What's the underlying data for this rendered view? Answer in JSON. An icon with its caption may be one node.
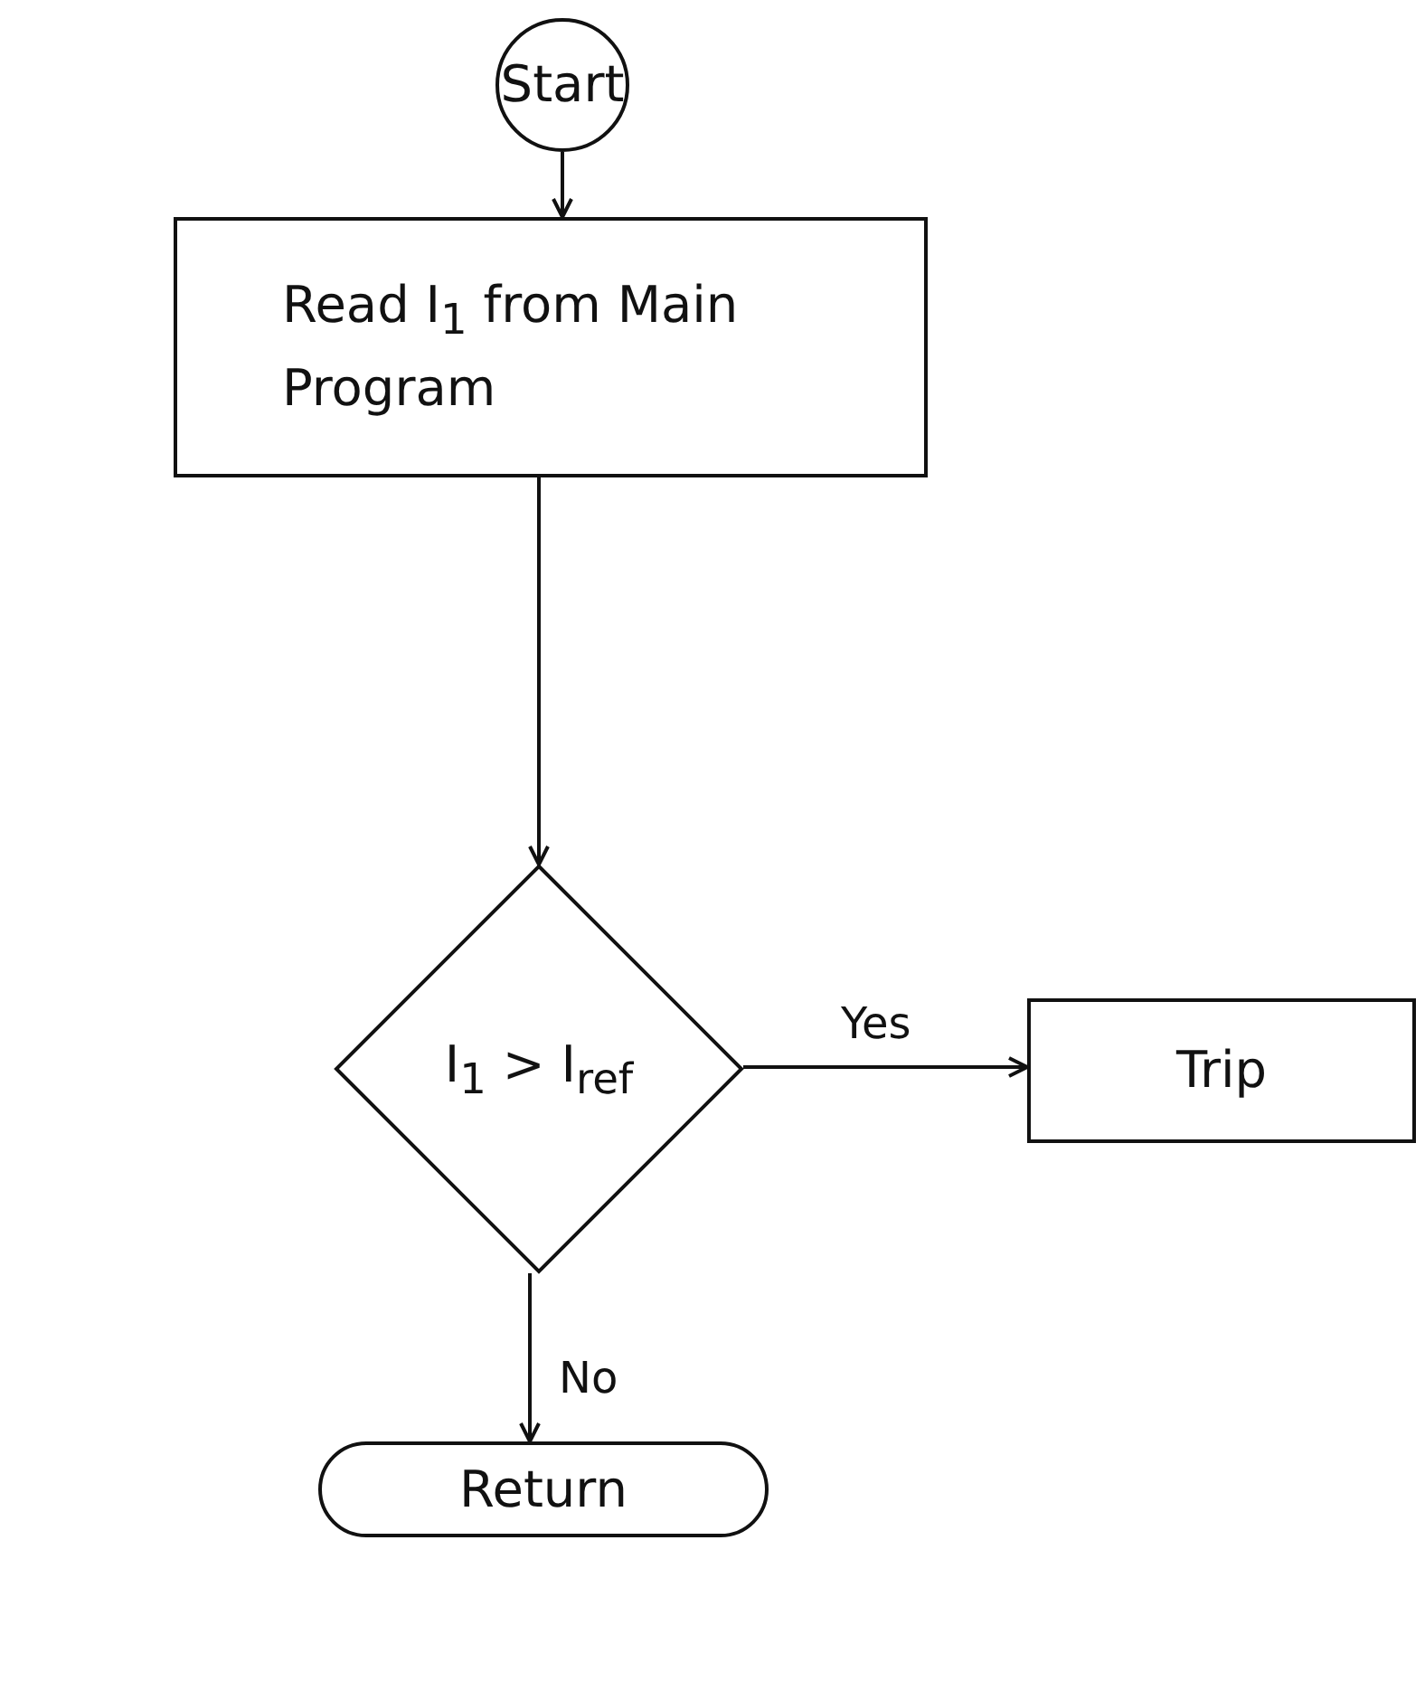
{
  "diagram": {
    "nodes": [
      {
        "text": [
          "Start"
        ]
      },
      {
        "text": [
          "Read I$_{1}$ from Main Program"
        ]
      },
      {
        "text": [
          "I$_{1}$ > I$_{ref}$"
        ]
      },
      {
        "text": [
          "Trip"
        ]
      },
      {
        "text": [
          "Return"
        ]
      }
    ],
    "edges": [
      {
        "from": 0,
        "to": 1,
        "arrow": "to"
      },
      {
        "from": 1,
        "to": 2,
        "arrow": "to"
      },
      {
        "from": 2,
        "to": 3,
        "label": "Yes",
        "arrow": "to"
      },
      {
        "from": 2,
        "to": 4,
        "label": "No",
        "arrow": "to"
      }
    ]
  }
}
